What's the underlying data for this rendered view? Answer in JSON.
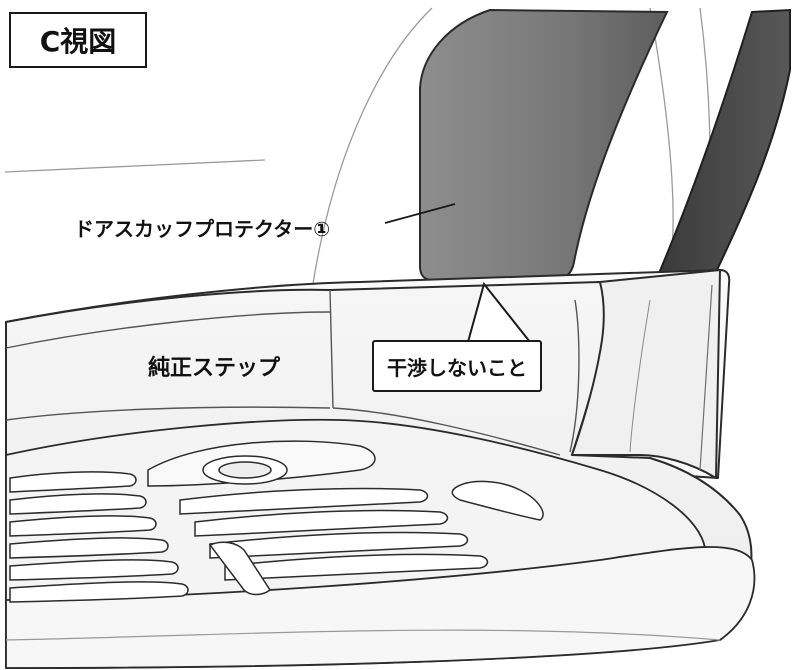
{
  "view_label": "C視図",
  "part_label": "ドアスカッフプロテクター①",
  "step_label": "純正ステップ",
  "callout_text": "干渉しないこと",
  "colors": {
    "protector_light": "#8a8a8a",
    "protector_dark": "#5d5d5d",
    "weatherstrip": "#4a4a4a",
    "outline": "#1f1f1f",
    "step_fill": "#f3f3f3"
  }
}
